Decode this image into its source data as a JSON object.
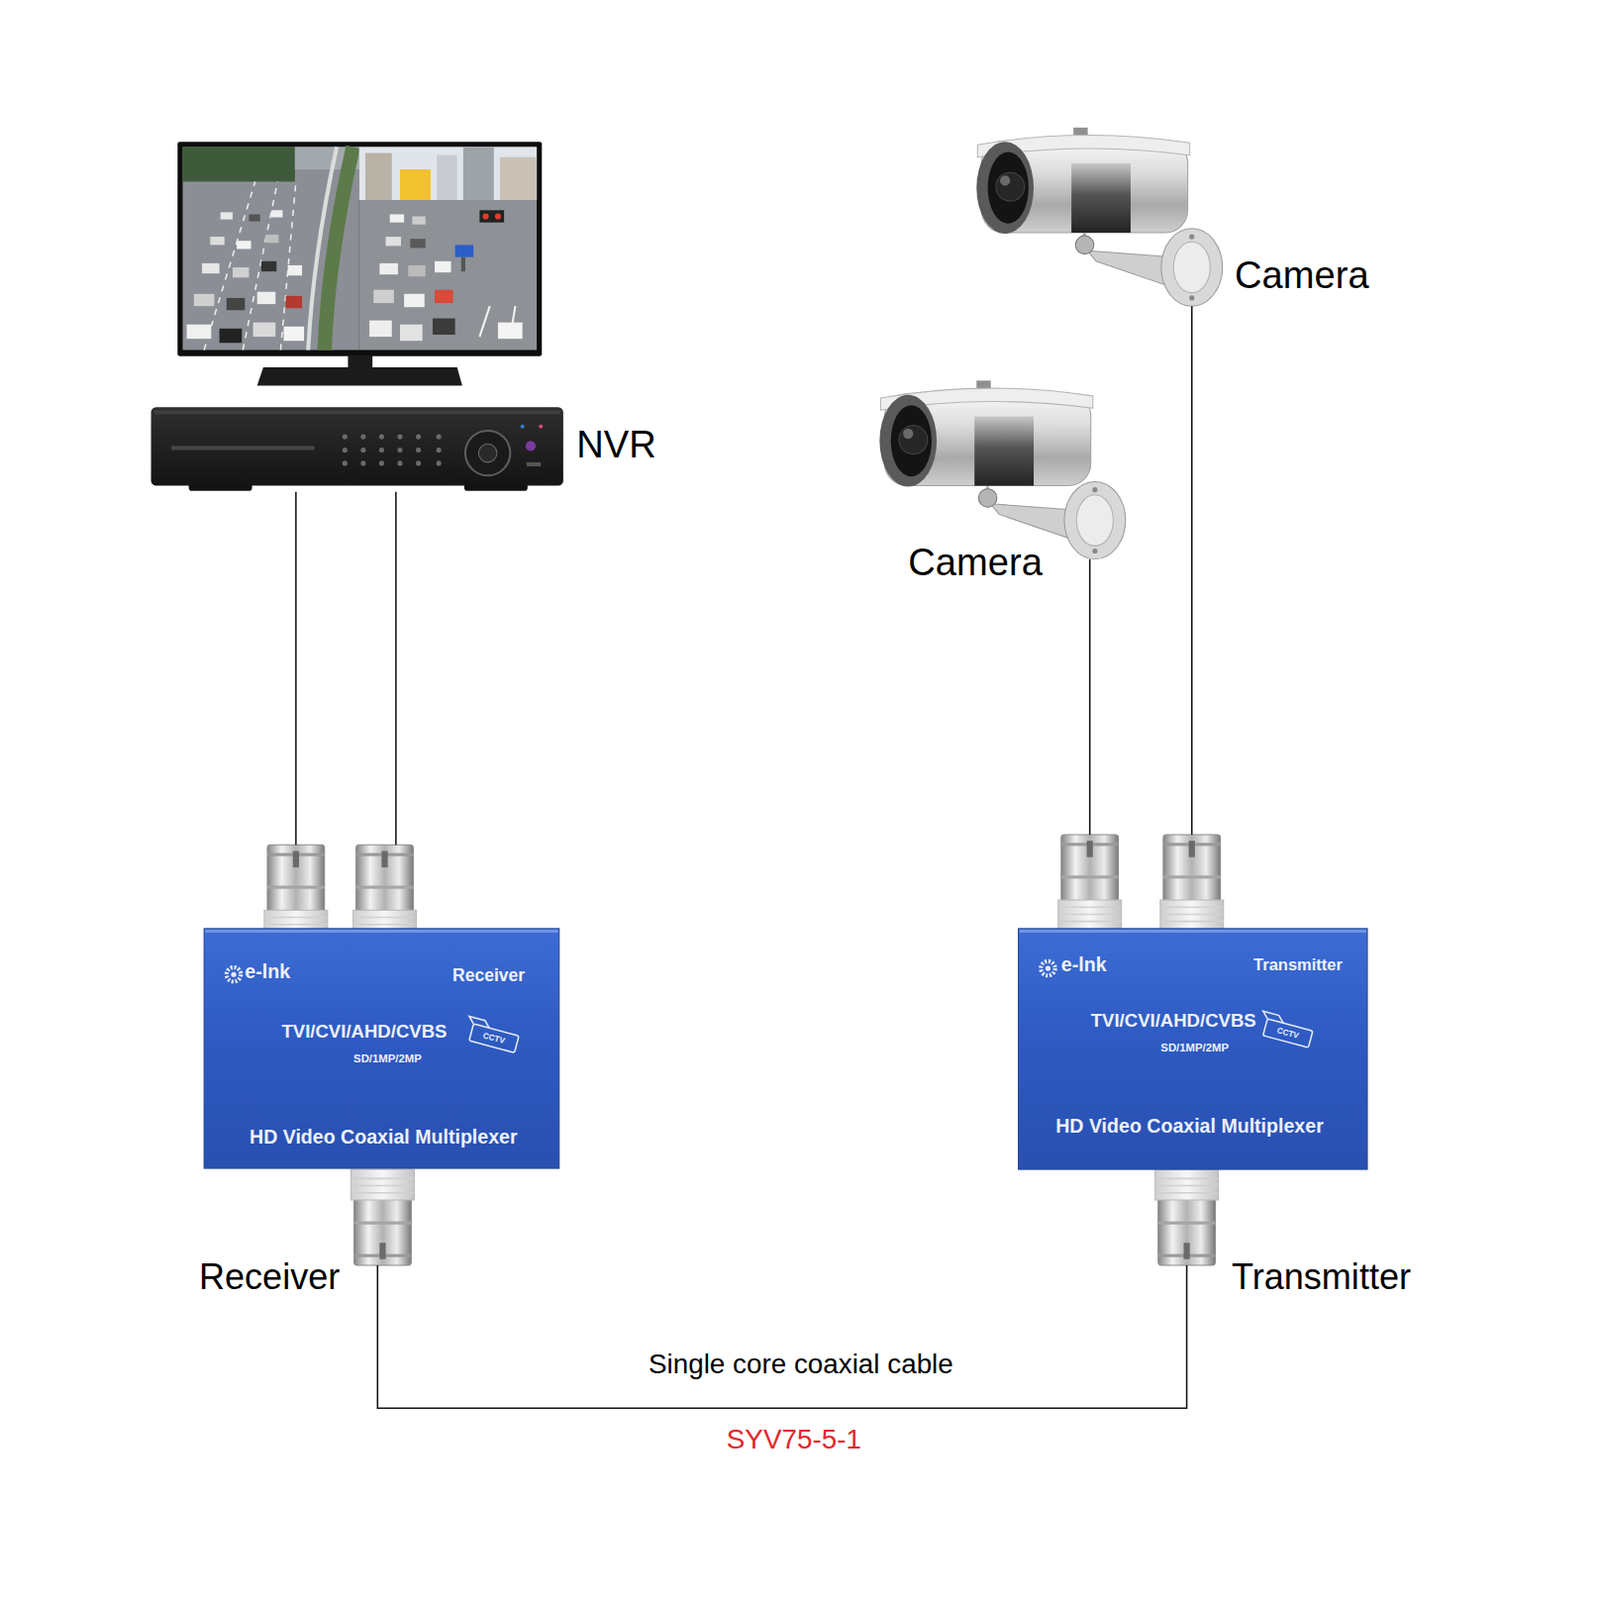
{
  "diagram": {
    "nodes": [
      {
        "text": [
          "NVR"
        ]
      },
      {
        "text": [
          "Camera"
        ]
      },
      {
        "text": [
          "Camera"
        ]
      },
      {
        "text": [
          "e-lnk",
          "Receiver",
          "TVI/CVI/AHD/CVBS",
          "CCTV",
          "SD/1MP/2MP",
          "HD Video Coaxial Multiplexer",
          "Receiver"
        ]
      },
      {
        "text": [
          "e-lnk",
          "Transmitter",
          "TVI/CVI/AHD/CVBS",
          "CCTV",
          "SD/1MP/2MP",
          "HD Video Coaxial Multiplexer",
          "Transmitter"
        ]
      }
    ],
    "edges": [
      {
        "from": 0,
        "to": 3,
        "arrow": "none"
      },
      {
        "from": 0,
        "to": 3,
        "arrow": "none"
      },
      {
        "from": 2,
        "to": 4,
        "arrow": "none"
      },
      {
        "from": 1,
        "to": 4,
        "arrow": "none"
      },
      {
        "from": 3,
        "to": 4,
        "label": "Single core coaxial cable",
        "arrow": "none"
      }
    ],
    "labels": [
      "SYV75-5-1"
    ]
  }
}
